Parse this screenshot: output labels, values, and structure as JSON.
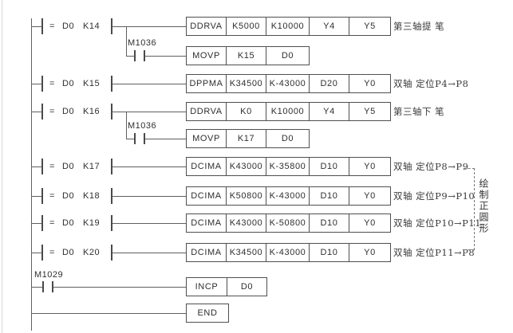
{
  "ladder": {
    "rungs": [
      {
        "type": "compare",
        "op": "=",
        "operand1": "D0",
        "operand2": "K14",
        "cells": [
          "DDRVA",
          "K5000",
          "K10000",
          "Y4",
          "Y5"
        ],
        "comment": "第三轴提 笔",
        "branch": {
          "label": "M1036",
          "cells": [
            "MOVP",
            "K15",
            "D0"
          ]
        }
      },
      {
        "type": "compare",
        "op": "=",
        "operand1": "D0",
        "operand2": "K15",
        "cells": [
          "DPPMA",
          "K34500",
          "K-43000",
          "D20",
          "Y0"
        ],
        "comment": "双轴 定位P4→P8"
      },
      {
        "type": "compare",
        "op": "=",
        "operand1": "D0",
        "operand2": "K16",
        "cells": [
          "DDRVA",
          "K0",
          "K10000",
          "Y4",
          "Y5"
        ],
        "comment": "第三轴下 笔",
        "branch": {
          "label": "M1036",
          "cells": [
            "MOVP",
            "K17",
            "D0"
          ]
        }
      },
      {
        "type": "compare",
        "op": "=",
        "operand1": "D0",
        "operand2": "K17",
        "cells": [
          "DCIMA",
          "K43000",
          "K-35800",
          "D10",
          "Y0"
        ],
        "comment": "双轴 定位P8→P9"
      },
      {
        "type": "compare",
        "op": "=",
        "operand1": "D0",
        "operand2": "K18",
        "cells": [
          "DCIMA",
          "K50800",
          "K-43000",
          "D10",
          "Y0"
        ],
        "comment": "双轴 定位P9→P10"
      },
      {
        "type": "compare",
        "op": "=",
        "operand1": "D0",
        "operand2": "K19",
        "cells": [
          "DCIMA",
          "K43000",
          "K-50800",
          "D10",
          "Y0"
        ],
        "comment": "双轴 定位P10→P11"
      },
      {
        "type": "compare",
        "op": "=",
        "operand1": "D0",
        "operand2": "K20",
        "cells": [
          "DCIMA",
          "K34500",
          "K-43000",
          "D10",
          "Y0"
        ],
        "comment": "双轴 定位P11→P8"
      },
      {
        "type": "contact",
        "label": "M1029",
        "cells": [
          "INCP",
          "D0"
        ]
      },
      {
        "type": "plain",
        "cells": [
          "END"
        ]
      }
    ],
    "annotation": {
      "text": "绘制正圆形"
    }
  }
}
